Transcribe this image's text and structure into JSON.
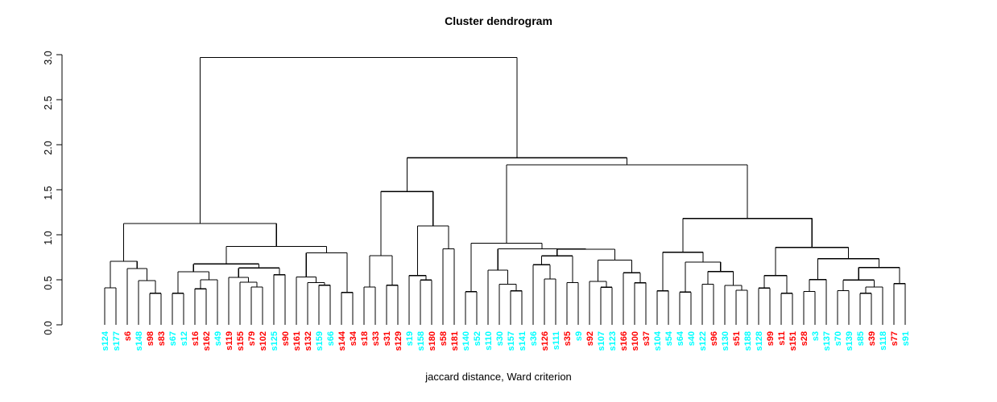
{
  "title": "Cluster dendrogram",
  "xlabel": "jaccard distance, Ward criterion",
  "colors": {
    "line": "#000000",
    "background": "#FFFFFF",
    "cluster_red": "#FF0000",
    "cluster_cyan": "#00FFFF",
    "axis_text": "#000000"
  },
  "chart_data": {
    "type": "dendrogram",
    "title": "Cluster dendrogram",
    "xlabel": "jaccard distance, Ward criterion",
    "ylabel": "",
    "ylim": [
      0,
      3.0
    ],
    "yticks": [
      "0.0",
      "0.5",
      "1.0",
      "1.5",
      "2.0",
      "2.5",
      "3.0"
    ],
    "grid": false,
    "legend": "none",
    "leaves": [
      {
        "label": "s124",
        "color": "#00FFFF"
      },
      {
        "label": "s177",
        "color": "#00FFFF"
      },
      {
        "label": "s6",
        "color": "#FF0000"
      },
      {
        "label": "s148",
        "color": "#00FFFF"
      },
      {
        "label": "s98",
        "color": "#FF0000"
      },
      {
        "label": "s83",
        "color": "#FF0000"
      },
      {
        "label": "s67",
        "color": "#00FFFF"
      },
      {
        "label": "s12",
        "color": "#00FFFF"
      },
      {
        "label": "s16",
        "color": "#FF0000"
      },
      {
        "label": "s162",
        "color": "#FF0000"
      },
      {
        "label": "s49",
        "color": "#00FFFF"
      },
      {
        "label": "s119",
        "color": "#FF0000"
      },
      {
        "label": "s155",
        "color": "#FF0000"
      },
      {
        "label": "s79",
        "color": "#FF0000"
      },
      {
        "label": "s102",
        "color": "#FF0000"
      },
      {
        "label": "s125",
        "color": "#00FFFF"
      },
      {
        "label": "s90",
        "color": "#FF0000"
      },
      {
        "label": "s161",
        "color": "#FF0000"
      },
      {
        "label": "s132",
        "color": "#FF0000"
      },
      {
        "label": "s159",
        "color": "#00FFFF"
      },
      {
        "label": "s66",
        "color": "#00FFFF"
      },
      {
        "label": "s144",
        "color": "#FF0000"
      },
      {
        "label": "s34",
        "color": "#FF0000"
      },
      {
        "label": "s18",
        "color": "#FF0000"
      },
      {
        "label": "s33",
        "color": "#FF0000"
      },
      {
        "label": "s31",
        "color": "#FF0000"
      },
      {
        "label": "s129",
        "color": "#FF0000"
      },
      {
        "label": "s19",
        "color": "#00FFFF"
      },
      {
        "label": "s158",
        "color": "#00FFFF"
      },
      {
        "label": "s180",
        "color": "#FF0000"
      },
      {
        "label": "s58",
        "color": "#FF0000"
      },
      {
        "label": "s181",
        "color": "#FF0000"
      },
      {
        "label": "s140",
        "color": "#00FFFF"
      },
      {
        "label": "s52",
        "color": "#00FFFF"
      },
      {
        "label": "s110",
        "color": "#00FFFF"
      },
      {
        "label": "s30",
        "color": "#00FFFF"
      },
      {
        "label": "s157",
        "color": "#00FFFF"
      },
      {
        "label": "s141",
        "color": "#00FFFF"
      },
      {
        "label": "s36",
        "color": "#00FFFF"
      },
      {
        "label": "s126",
        "color": "#FF0000"
      },
      {
        "label": "s111",
        "color": "#00FFFF"
      },
      {
        "label": "s35",
        "color": "#FF0000"
      },
      {
        "label": "s9",
        "color": "#00FFFF"
      },
      {
        "label": "s92",
        "color": "#FF0000"
      },
      {
        "label": "s107",
        "color": "#00FFFF"
      },
      {
        "label": "s123",
        "color": "#00FFFF"
      },
      {
        "label": "s166",
        "color": "#FF0000"
      },
      {
        "label": "s100",
        "color": "#FF0000"
      },
      {
        "label": "s37",
        "color": "#FF0000"
      },
      {
        "label": "s104",
        "color": "#00FFFF"
      },
      {
        "label": "s54",
        "color": "#00FFFF"
      },
      {
        "label": "s64",
        "color": "#00FFFF"
      },
      {
        "label": "s40",
        "color": "#00FFFF"
      },
      {
        "label": "s122",
        "color": "#00FFFF"
      },
      {
        "label": "s96",
        "color": "#FF0000"
      },
      {
        "label": "s130",
        "color": "#00FFFF"
      },
      {
        "label": "s51",
        "color": "#FF0000"
      },
      {
        "label": "s188",
        "color": "#00FFFF"
      },
      {
        "label": "s128",
        "color": "#00FFFF"
      },
      {
        "label": "s99",
        "color": "#FF0000"
      },
      {
        "label": "s11",
        "color": "#FF0000"
      },
      {
        "label": "s151",
        "color": "#FF0000"
      },
      {
        "label": "s28",
        "color": "#FF0000"
      },
      {
        "label": "s3",
        "color": "#00FFFF"
      },
      {
        "label": "s137",
        "color": "#00FFFF"
      },
      {
        "label": "s70",
        "color": "#00FFFF"
      },
      {
        "label": "s139",
        "color": "#00FFFF"
      },
      {
        "label": "s85",
        "color": "#00FFFF"
      },
      {
        "label": "s39",
        "color": "#FF0000"
      },
      {
        "label": "s118",
        "color": "#00FFFF"
      },
      {
        "label": "s77",
        "color": "#FF0000"
      },
      {
        "label": "s91",
        "color": "#00FFFF"
      }
    ],
    "tree": {
      "h": 2.97,
      "c": [
        {
          "h": 1.125,
          "c": [
            {
              "h": 0.705,
              "c": [
                {
                  "h": 0.41,
                  "c": [
                    0,
                    1
                  ]
                },
                {
                  "h": 0.625,
                  "c": [
                    2,
                    {
                      "h": 0.49,
                      "c": [
                        3,
                        {
                          "h": 0.35,
                          "c": [
                            4,
                            5
                          ]
                        }
                      ]
                    }
                  ]
                }
              ]
            },
            {
              "h": 0.87,
              "c": [
                {
                  "h": 0.676,
                  "c": [
                    {
                      "h": 0.59,
                      "c": [
                        {
                          "h": 0.35,
                          "c": [
                            6,
                            7
                          ]
                        },
                        {
                          "h": 0.5,
                          "c": [
                            {
                              "h": 0.4,
                              "c": [
                                8,
                                9
                              ]
                            },
                            10
                          ]
                        }
                      ]
                    },
                    {
                      "h": 0.631,
                      "c": [
                        {
                          "h": 0.527,
                          "c": [
                            11,
                            {
                              "h": 0.473,
                              "c": [
                                12,
                                {
                                  "h": 0.42,
                                  "c": [
                                    13,
                                    14
                                  ]
                                }
                              ]
                            }
                          ]
                        },
                        {
                          "h": 0.556,
                          "c": [
                            15,
                            16
                          ]
                        }
                      ]
                    }
                  ]
                },
                {
                  "h": 0.8,
                  "c": [
                    {
                      "h": 0.53,
                      "c": [
                        17,
                        {
                          "h": 0.47,
                          "c": [
                            18,
                            {
                              "h": 0.44,
                              "c": [
                                19,
                                20
                              ]
                            }
                          ]
                        }
                      ]
                    },
                    {
                      "h": 0.36,
                      "c": [
                        21,
                        22
                      ]
                    }
                  ]
                }
              ]
            }
          ]
        },
        {
          "h": 1.855,
          "c": [
            {
              "h": 1.48,
              "c": [
                {
                  "h": 0.768,
                  "c": [
                    {
                      "h": 0.42,
                      "c": [
                        23,
                        24
                      ]
                    },
                    {
                      "h": 0.44,
                      "c": [
                        25,
                        26
                      ]
                    }
                  ]
                },
                {
                  "h": 1.098,
                  "c": [
                    {
                      "h": 0.547,
                      "c": [
                        27,
                        {
                          "h": 0.497,
                          "c": [
                            28,
                            29
                          ]
                        }
                      ]
                    },
                    {
                      "h": 0.845,
                      "c": [
                        30,
                        31
                      ]
                    }
                  ]
                }
              ]
            },
            {
              "h": 1.777,
              "c": [
                {
                  "h": 0.905,
                  "c": [
                    {
                      "h": 0.368,
                      "c": [
                        32,
                        33
                      ]
                    },
                    {
                      "h": 0.845,
                      "c": [
                        {
                          "h": 0.607,
                          "c": [
                            34,
                            {
                              "h": 0.452,
                              "c": [
                                35,
                                {
                                  "h": 0.378,
                                  "c": [
                                    36,
                                    37
                                  ]
                                }
                              ]
                            }
                          ]
                        },
                        {
                          "h": 0.84,
                          "c": [
                            {
                              "h": 0.765,
                              "c": [
                                {
                                  "h": 0.667,
                                  "c": [
                                    38,
                                    {
                                      "h": 0.51,
                                      "c": [
                                        39,
                                        40
                                      ]
                                    }
                                  ]
                                },
                                {
                                  "h": 0.47,
                                  "c": [
                                    41,
                                    42
                                  ]
                                }
                              ]
                            },
                            {
                              "h": 0.72,
                              "c": [
                                {
                                  "h": 0.482,
                                  "c": [
                                    43,
                                    {
                                      "h": 0.417,
                                      "c": [
                                        44,
                                        45
                                      ]
                                    }
                                  ]
                                },
                                {
                                  "h": 0.578,
                                  "c": [
                                    46,
                                    {
                                      "h": 0.467,
                                      "c": [
                                        47,
                                        48
                                      ]
                                    }
                                  ]
                                }
                              ]
                            }
                          ]
                        }
                      ]
                    }
                  ]
                },
                {
                  "h": 1.181,
                  "c": [
                    {
                      "h": 0.806,
                      "c": [
                        {
                          "h": 0.378,
                          "c": [
                            49,
                            50
                          ]
                        },
                        {
                          "h": 0.696,
                          "c": [
                            {
                              "h": 0.363,
                              "c": [
                                51,
                                52
                              ]
                            },
                            {
                              "h": 0.592,
                              "c": [
                                {
                                  "h": 0.452,
                                  "c": [
                                    53,
                                    54
                                  ]
                                },
                                {
                                  "h": 0.438,
                                  "c": [
                                    55,
                                    {
                                      "h": 0.384,
                                      "c": [
                                        56,
                                        57
                                      ]
                                    }
                                  ]
                                }
                              ]
                            }
                          ]
                        }
                      ]
                    },
                    {
                      "h": 0.86,
                      "c": [
                        {
                          "h": 0.547,
                          "c": [
                            {
                              "h": 0.408,
                              "c": [
                                58,
                                59
                              ]
                            },
                            {
                              "h": 0.35,
                              "c": [
                                60,
                                61
                              ]
                            }
                          ]
                        },
                        {
                          "h": 0.735,
                          "c": [
                            {
                              "h": 0.503,
                              "c": [
                                {
                                  "h": 0.37,
                                  "c": [
                                    62,
                                    63
                                  ]
                                },
                                64
                              ]
                            },
                            {
                              "h": 0.637,
                              "c": [
                                {
                                  "h": 0.497,
                                  "c": [
                                    {
                                      "h": 0.38,
                                      "c": [
                                        65,
                                        66
                                      ]
                                    },
                                    {
                                      "h": 0.42,
                                      "c": [
                                        {
                                          "h": 0.35,
                                          "c": [
                                            67,
                                            68
                                          ]
                                        },
                                        69
                                      ]
                                    }
                                  ]
                                },
                                {
                                  "h": 0.458,
                                  "c": [
                                    70,
                                    71
                                  ]
                                }
                              ]
                            }
                          ]
                        }
                      ]
                    }
                  ]
                }
              ]
            }
          ]
        }
      ]
    }
  }
}
